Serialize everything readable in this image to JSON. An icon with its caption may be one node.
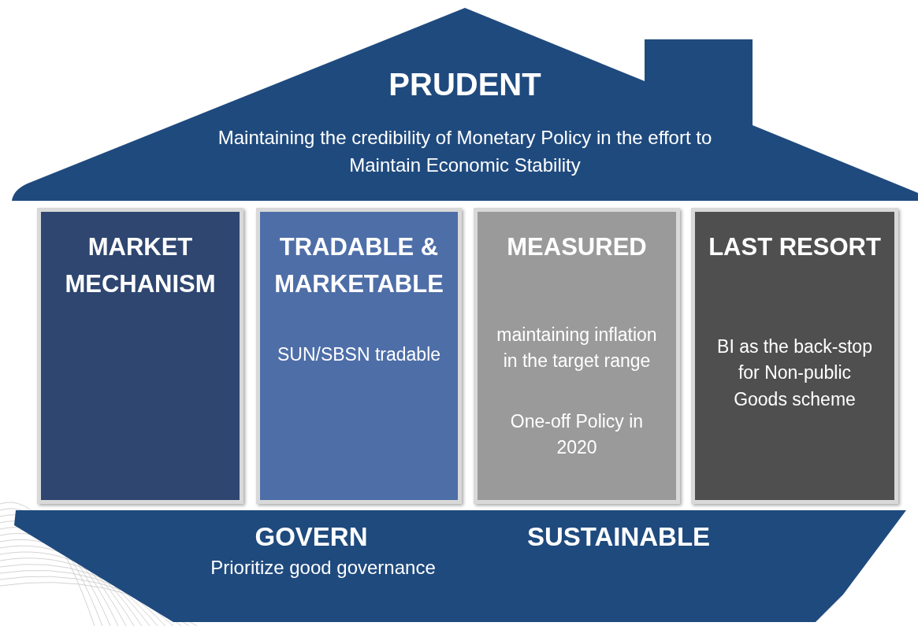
{
  "diagram": {
    "nodes": [
      {
        "text": [
          "PRUDENT",
          "Maintaining the credibility of Monetary Policy in the effort to Maintain Economic Stability"
        ]
      },
      {
        "text": [
          "MARKET MECHANISM"
        ]
      },
      {
        "text": [
          "TRADABLE & MARKETABLE",
          "SUN/SBSN tradable"
        ]
      },
      {
        "text": [
          "MEASURED",
          "maintaining inflation in the target range",
          "One-off Policy in 2020"
        ]
      },
      {
        "text": [
          "LAST RESORT",
          "BI as the back-stop for Non-public Goods scheme"
        ]
      },
      {
        "text": [
          "GOVERN",
          "Prioritize good governance",
          "SUSTAINABLE"
        ]
      }
    ]
  }
}
